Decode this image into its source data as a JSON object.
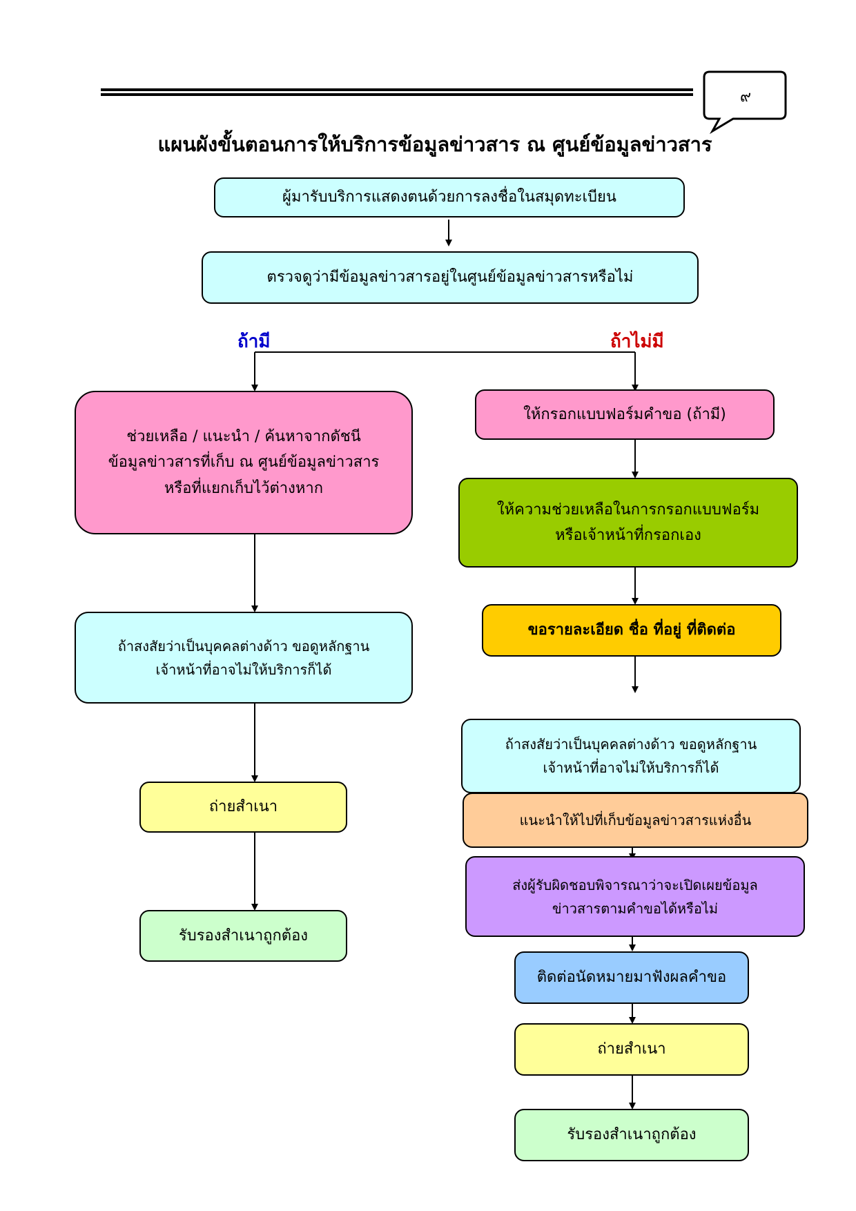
{
  "page_number": "๙",
  "title": "แผนผังขั้นตอนการให้บริการข้อมูลข่าวสาร ณ  ศูนย์ข้อมูลข่าวสาร",
  "top_steps": {
    "step1": "ผู้มารับบริการแสดงตนด้วยการลงชื่อในสมุดทะเบียน",
    "step2": "ตรวจดูว่ามีข้อมูลข่าวสารอยู่ในศูนย์ข้อมูลข่าวสารหรือไม่"
  },
  "branch_labels": {
    "yes": "ถ้ามี",
    "no": "ถ้าไม่มี"
  },
  "left_branch": {
    "help": [
      "ช่วยเหลือ / แนะนำ / ค้นหาจากดัชนี",
      "ข้อมูลข่าวสารที่เก็บ ณ ศูนย์ข้อมูลข่าวสาร",
      "หรือที่แยกเก็บไว้ต่างหาก"
    ],
    "foreigner": [
      "ถ้าสงสัยว่าเป็นบุคคลต่างด้าว  ขอดูหลักฐาน",
      "เจ้าหน้าที่อาจไม่ให้บริการก็ได้"
    ],
    "copy": "ถ่ายสำเนา",
    "certify": "รับรองสำเนาถูกต้อง"
  },
  "right_branch": {
    "form": "ให้กรอกแบบฟอร์มคำขอ (ถ้ามี)",
    "assist": [
      "ให้ความช่วยเหลือในการกรอกแบบฟอร์ม",
      "หรือเจ้าหน้าที่กรอกเอง"
    ],
    "details": "ขอรายละเอียด ชื่อ ที่อยู่ ที่ติดต่อ",
    "foreigner": [
      "ถ้าสงสัยว่าเป็นบุคคลต่างด้าว  ขอดูหลักฐาน",
      "เจ้าหน้าที่อาจไม่ให้บริการก็ได้"
    ],
    "redirect": "แนะนำให้ไปที่เก็บข้อมูลข่าวสารแห่งอื่น",
    "consider": [
      "ส่งผู้รับผิดชอบพิจารณาว่าจะเปิดเผยข้อมูล",
      "ข่าวสารตามคำขอได้หรือไม่"
    ],
    "appointment": "ติดต่อนัดหมายมาฟังผลคำขอ",
    "copy": "ถ่ายสำเนา",
    "certify": "รับรองสำเนาถูกต้อง"
  },
  "colors": {
    "cyan": "#ccffff",
    "pink": "#ff99cc",
    "green": "#99cc00",
    "gold": "#ffcc00",
    "yellow": "#ffff99",
    "light_green": "#ccffcc",
    "peach": "#ffcc99",
    "lavender": "#cc99ff",
    "blue": "#99ccff",
    "label_yes": "#0000cc",
    "label_no": "#cc0000"
  }
}
